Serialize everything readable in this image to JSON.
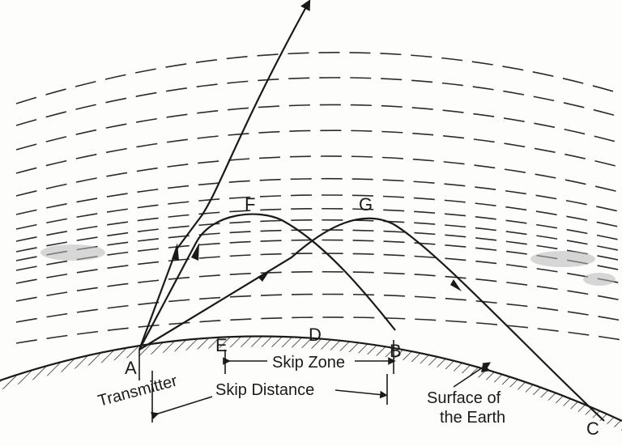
{
  "labels": {
    "point_a": "A",
    "point_b": "B",
    "point_c": "C",
    "point_d": "D",
    "point_e": "E",
    "point_f": "F",
    "point_g": "G",
    "transmitter": "Transmitter",
    "skip_zone": "Skip Zone",
    "skip_distance": "Skip Distance",
    "surface_line1": "Surface of",
    "surface_line2": "the Earth"
  },
  "colors": {
    "ink": "#1a1a1a",
    "dash": "#2b2b2b",
    "background": "#fdfdfc"
  }
}
